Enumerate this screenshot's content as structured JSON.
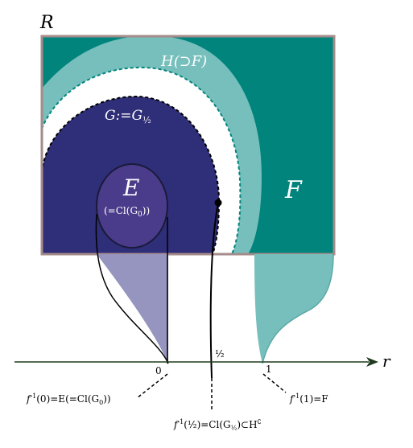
{
  "figure": {
    "region_label": "R",
    "set_E_label": "E",
    "set_E_note": "(=Cl(G",
    "set_E_note_sub": "0",
    "set_E_note_end": "))",
    "set_F_label": "F",
    "set_G_label": "G:=G",
    "set_G_sub": "½",
    "set_H_label": "H(⊃F)",
    "axis_label": "r",
    "tick_zero": "0",
    "tick_half": "½",
    "tick_one": "1",
    "caption_left": "f",
    "caption_left_sup": "-1",
    "caption_left_main": "(0)=E(=Cl(G",
    "caption_left_sub": "0",
    "caption_left_end": "))",
    "caption_mid": "f",
    "caption_mid_sup": "-1",
    "caption_mid_main": "(½)=Cl(G",
    "caption_mid_sub": "½",
    "caption_mid_end": ")⊂H",
    "caption_mid_sup2": "∁",
    "caption_right": "f",
    "caption_right_sup": "-1",
    "caption_right_main": "(1)=F",
    "colors": {
      "teal": "#00847c",
      "light_teal": "#77bfbc",
      "navy": "#2f2e78",
      "purple": "#4a3c8a",
      "lavender": "#9695bf",
      "frame": "#a68b8b",
      "axis": "#1f3a1f"
    }
  }
}
